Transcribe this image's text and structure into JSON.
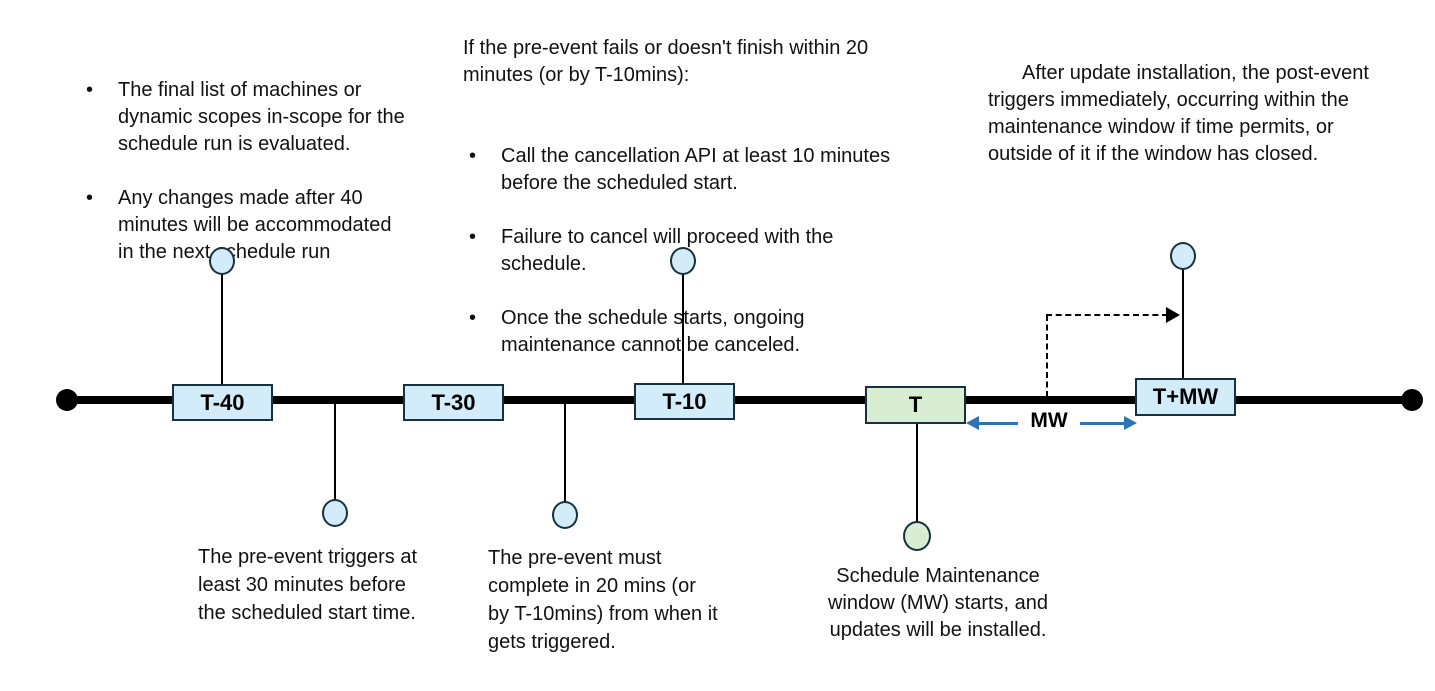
{
  "notes": {
    "left": {
      "items": [
        [
          "The final list of machines or",
          "dynamic scopes in-scope for the",
          "schedule run is evaluated."
        ],
        [
          "Any changes made after 40",
          "minutes will be accommodated",
          "in the next schedule run"
        ]
      ]
    },
    "middle": {
      "heading": [
        "If the pre-event fails or doesn't finish within 20",
        "minutes (or by T-10mins):"
      ],
      "items": [
        [
          "Call the cancellation API at least 10 minutes",
          "before the scheduled start."
        ],
        [
          "Failure to cancel will proceed with the",
          "schedule."
        ],
        [
          "Once the schedule starts, ongoing",
          "maintenance cannot be canceled."
        ]
      ]
    },
    "right": {
      "lines": [
        "After update installation, the post-event",
        "triggers immediately, occurring within the",
        "maintenance window if time permits, or",
        "outside of it if the window has closed."
      ]
    }
  },
  "timeline": {
    "milestones": [
      {
        "id": "t-40",
        "label": "T-40",
        "color": "blue"
      },
      {
        "id": "t-30",
        "label": "T-30",
        "color": "blue"
      },
      {
        "id": "t-10",
        "label": "T-10",
        "color": "blue"
      },
      {
        "id": "t",
        "label": "T",
        "color": "green"
      },
      {
        "id": "t-plus-mw",
        "label": "T+MW",
        "color": "blue"
      }
    ],
    "mw_label": "MW"
  },
  "captions": {
    "pre_event_trigger": [
      "The pre-event triggers at",
      "least 30 minutes before",
      "the scheduled start time."
    ],
    "pre_event_complete": [
      "The pre-event must",
      "complete in 20 mins (or",
      "by T-10mins) from when it",
      "gets triggered."
    ],
    "maintenance_start": [
      "Schedule Maintenance",
      "window (MW) starts, and",
      "updates will be installed."
    ]
  },
  "colors": {
    "milestone_blue_fill": "#d3ecf9",
    "milestone_green_fill": "#d9edd2",
    "outline_dark": "#16313f",
    "arrow_blue": "#2e74b5",
    "timeline_black": "#000000"
  }
}
